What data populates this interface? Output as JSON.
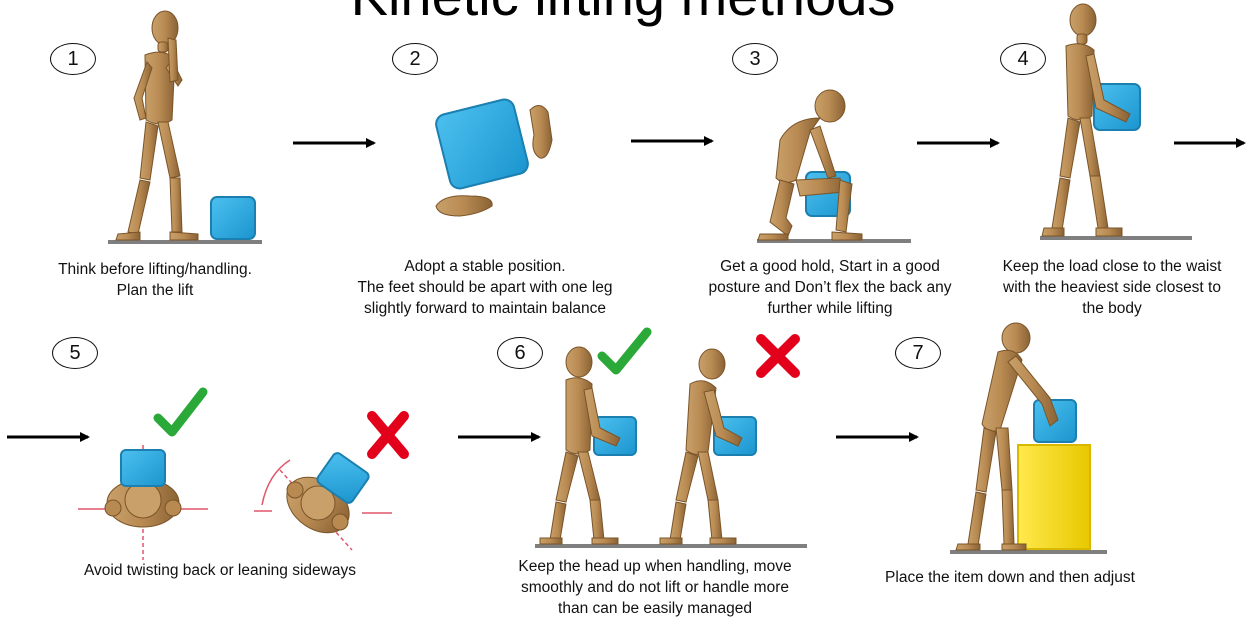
{
  "title": "Kinetic lifting methods",
  "steps": [
    {
      "number": "1",
      "lines": [
        "Think before lifting/handling.",
        "Plan the lift"
      ]
    },
    {
      "number": "2",
      "lines": [
        "Adopt a stable position.",
        "The feet should be apart with one leg",
        "slightly forward to maintain balance"
      ]
    },
    {
      "number": "3",
      "lines": [
        "Get a good hold, Start in a good",
        "posture and Don’t flex the back any",
        "further while lifting"
      ]
    },
    {
      "number": "4",
      "lines": [
        "Keep the load close to the waist",
        "with the heaviest side closest to",
        "the body"
      ]
    },
    {
      "number": "5",
      "lines": [
        "Avoid twisting back or leaning sideways"
      ]
    },
    {
      "number": "6",
      "lines": [
        "Keep the head up when handling, move",
        "smoothly and do not lift or handle more",
        "than can be easily managed"
      ]
    },
    {
      "number": "7",
      "lines": [
        "Place the item down and then adjust"
      ]
    }
  ],
  "colors": {
    "box": "#27a9e1",
    "box_edge": "#1b7fb0",
    "figure": "#b88a52",
    "figure_dark": "#8a6235",
    "floor": "#7f7f7f",
    "check": "#2aa838",
    "cross": "#e3001b",
    "crate": "#f7dc00",
    "crate_edge": "#d9b800"
  },
  "icons": [
    "arrow-right-icon",
    "check-mark-icon",
    "cross-mark-icon",
    "wooden-mannequin-figure",
    "blue-box-icon",
    "footprint-icon"
  ]
}
